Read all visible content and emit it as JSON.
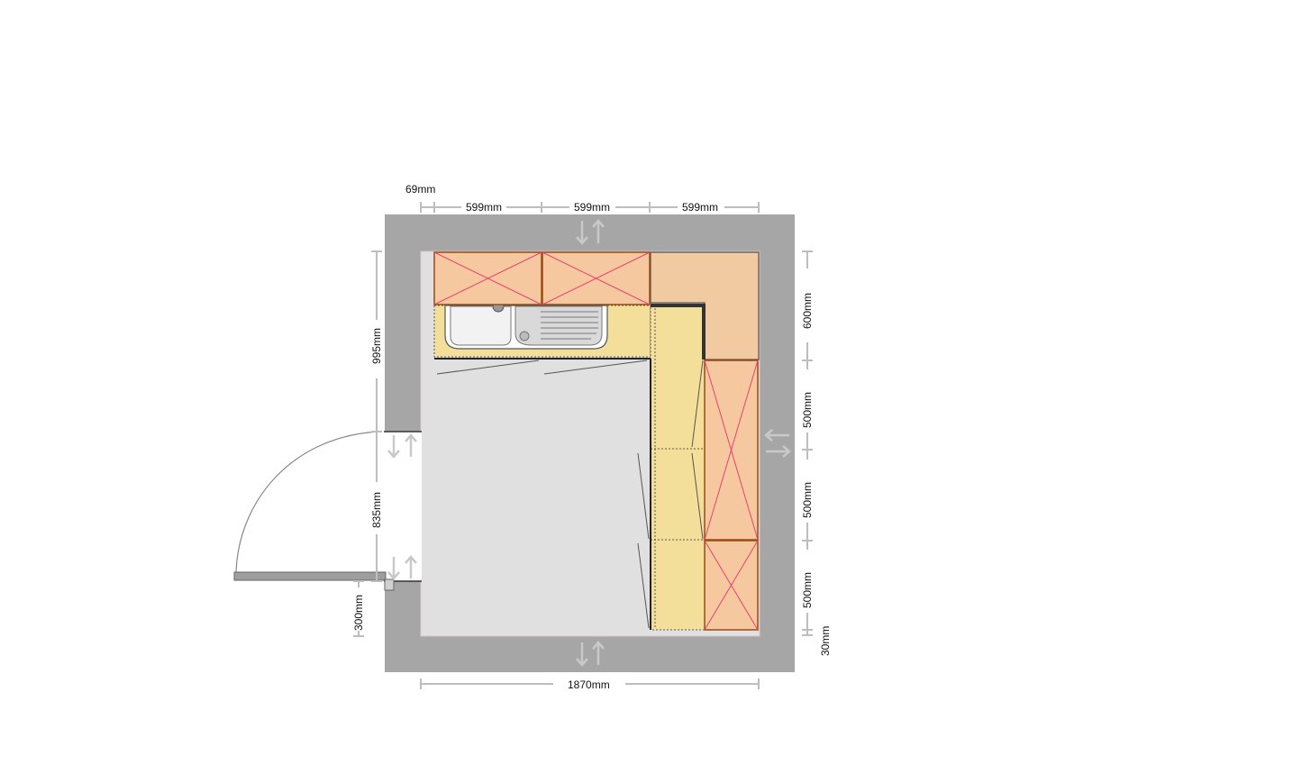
{
  "dimensions": {
    "top_offset": "69mm",
    "top_1": "599mm",
    "top_2": "599mm",
    "top_3": "599mm",
    "left_upper": "995mm",
    "left_door": "835mm",
    "left_lower": "300mm",
    "right_1": "600mm",
    "right_2": "500mm",
    "right_3": "500mm",
    "right_4": "500mm",
    "right_bottom": "30mm",
    "bottom_total": "1870mm"
  },
  "colors": {
    "wall": "#a6a6a6",
    "floor": "#e0e0e0",
    "cabinet": "#f5c8a0",
    "cabinet_border": "#9a4a12",
    "cross": "#e8426e",
    "worktop": "#f3df99",
    "corner_unit": "#f2caa2",
    "dimension": "#bdbdbd"
  }
}
